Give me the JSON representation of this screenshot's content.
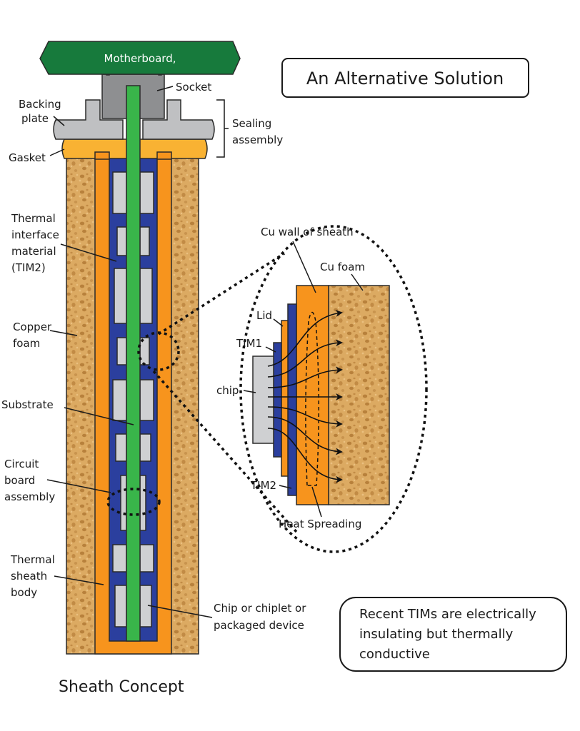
{
  "title": "An Alternative Solution",
  "caption": "Sheath Concept",
  "note": {
    "lines": [
      "Recent TIMs are electrically",
      "insulating but thermally",
      "conductive"
    ]
  },
  "colors": {
    "motherboard": "#177a3c",
    "socket": "#8e8f91",
    "backing_plate": "#bfc0c2",
    "gasket": "#f9b233",
    "copper_foam": "#d9a65e",
    "copper_foam_dark": "#b7803a",
    "sheath_copper": "#f7941d",
    "tim": "#2b3f9e",
    "substrate": "#39b54a",
    "chip": "#cfd0d2"
  },
  "labels": {
    "motherboard": "Motherboard,",
    "socket": "Socket",
    "backing_plate": [
      "Backing",
      "plate"
    ],
    "gasket": "Gasket",
    "sealing_assembly": [
      "Sealing",
      "assembly"
    ],
    "tim2_left": [
      "Thermal",
      "interface",
      "material",
      "(TIM2)"
    ],
    "copper_foam": [
      "Copper",
      "foam"
    ],
    "substrate": "Substrate",
    "circuit_board": [
      "Circuit",
      "board",
      "assembly"
    ],
    "thermal_sheath": [
      "Thermal",
      "sheath",
      "body"
    ],
    "chip_device": [
      "Chip or chiplet or",
      "packaged device"
    ]
  },
  "detail_labels": {
    "cu_wall": "Cu wall of sheath",
    "cu_foam": "Cu foam",
    "lid": "Lid",
    "tim1": "TIM1",
    "chip": "chip",
    "tim2": "TIM2",
    "heat_spreading": "Heat Spreading"
  }
}
